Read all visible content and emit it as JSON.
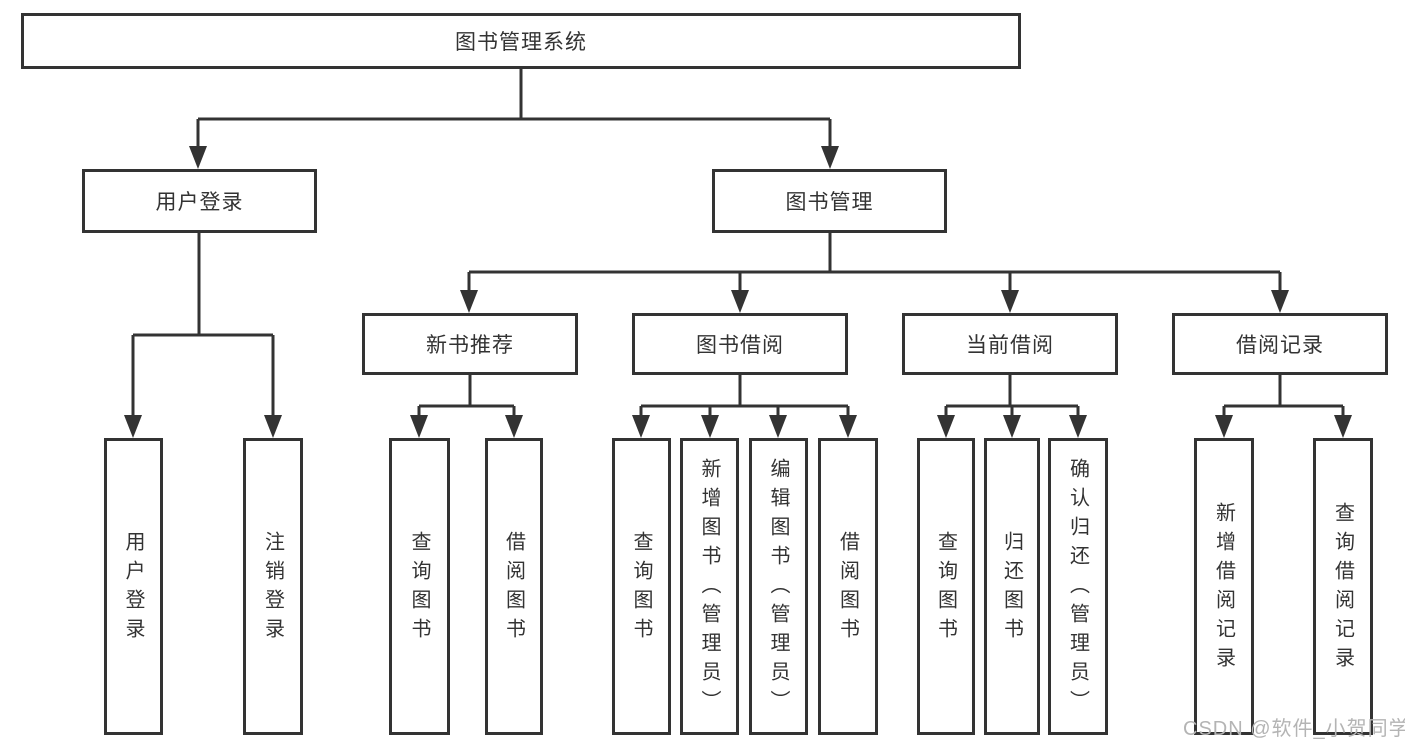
{
  "diagram": {
    "root": {
      "label": "图书管理系统"
    },
    "level2": [
      {
        "label": "用户登录",
        "children": [
          {
            "label": "用户登录"
          },
          {
            "label": "注销登录"
          }
        ]
      },
      {
        "label": "图书管理",
        "children": [
          {
            "label": "新书推荐",
            "children": [
              {
                "label": "查询图书"
              },
              {
                "label": "借阅图书"
              }
            ]
          },
          {
            "label": "图书借阅",
            "children": [
              {
                "label": "查询图书"
              },
              {
                "label": "新增图书（管理员）"
              },
              {
                "label": "编辑图书（管理员）"
              },
              {
                "label": "借阅图书"
              }
            ]
          },
          {
            "label": "当前借阅",
            "children": [
              {
                "label": "查询图书"
              },
              {
                "label": "归还图书"
              },
              {
                "label": "确认归还（管理员）"
              }
            ]
          },
          {
            "label": "借阅记录",
            "children": [
              {
                "label": "新增借阅记录"
              },
              {
                "label": "查询借阅记录"
              }
            ]
          }
        ]
      }
    ]
  },
  "watermark": {
    "text": "CSDN @软件_小贺同学"
  },
  "colors": {
    "line": "#333333",
    "text": "#333333",
    "box_background": "#ffffff",
    "watermark": "#b4b4b4",
    "page_background": "#ffffff"
  }
}
